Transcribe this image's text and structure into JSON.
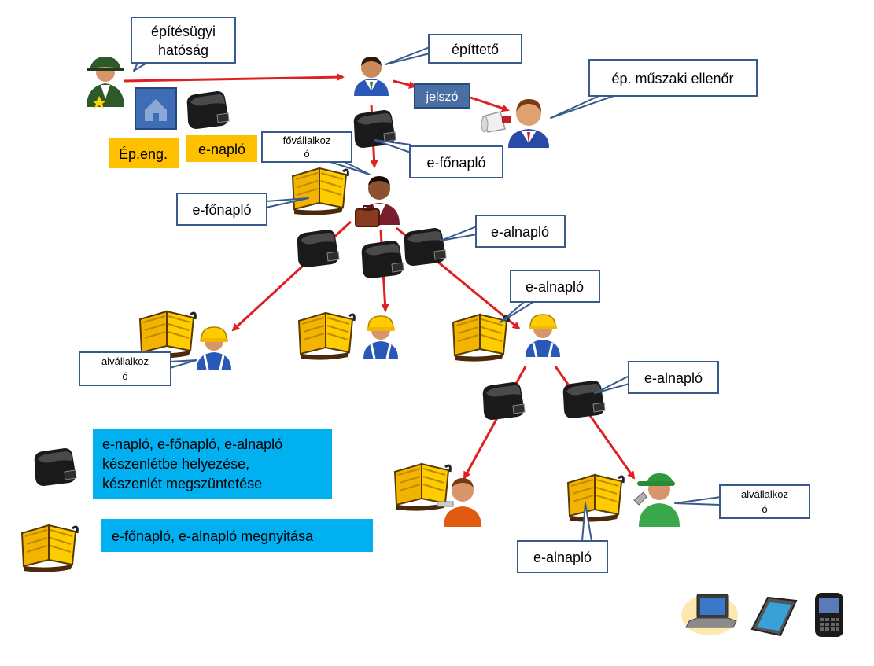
{
  "colors": {
    "arrow": "#e02020",
    "callout_border": "#3a5a8c",
    "orange_tag": "#ffc000",
    "blue_tag": "#4a6fa5",
    "legend_blue": "#00b0f0"
  },
  "callouts": {
    "authority": [
      "építésügyi",
      "hatóság"
    ],
    "client": "építtető",
    "inspector": "ép. műszaki ellenőr",
    "main_contractor": [
      "fővállalkoz",
      "ó"
    ],
    "efonaplo_1": "e-főnapló",
    "efonaplo_2": "e-főnapló",
    "ealnaplo_1": "e-alnapló",
    "ealnaplo_2": "e-alnapló",
    "ealnaplo_3": "e-alnapló",
    "ealnaplo_4": "e-alnapló",
    "subcontractor_1": [
      "alvállalkoz",
      "ó"
    ],
    "subcontractor_2": [
      "alvállalkoz",
      "ó"
    ]
  },
  "tags": {
    "password": "jelszó",
    "permit": "Ép.eng.",
    "enaplo": "e-napló"
  },
  "legend": {
    "standby": [
      "e-napló, e-főnapló, e-alnapló",
      "készenlétbe helyezése,",
      "készenlét megszüntetése"
    ],
    "open": "e-főnapló, e-alnapló megnyitása"
  },
  "icons": {
    "actors": [
      "authority-person-icon",
      "client-person-icon",
      "inspector-person-icon",
      "main-contractor-person-icon",
      "worker-icon"
    ],
    "objects": [
      "wallet-icon",
      "open-book-icon",
      "house-icon"
    ],
    "devices": [
      "laptop-icon",
      "tablet-icon",
      "smartphone-icon"
    ]
  }
}
